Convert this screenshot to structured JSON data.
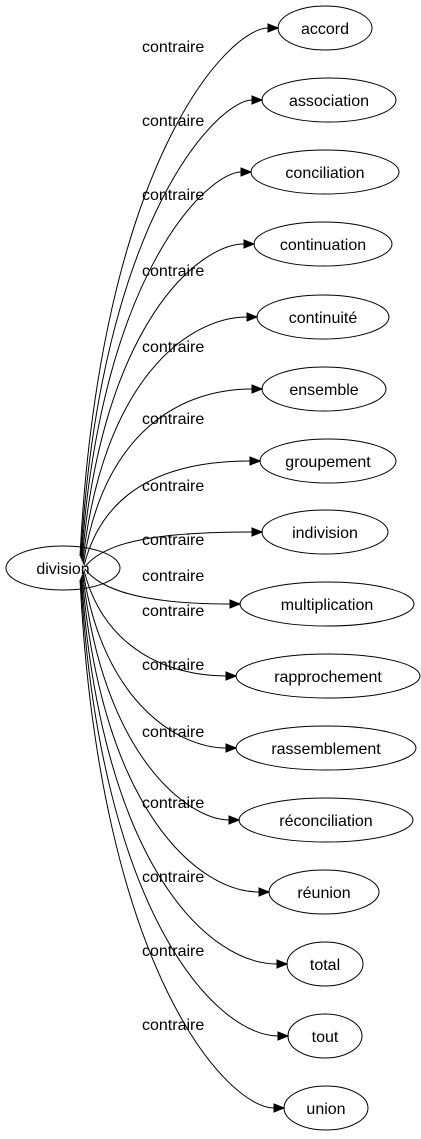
{
  "source": {
    "label": "division"
  },
  "edge_label": "contraire",
  "targets": [
    {
      "label": "accord"
    },
    {
      "label": "association"
    },
    {
      "label": "conciliation"
    },
    {
      "label": "continuation"
    },
    {
      "label": "continuité"
    },
    {
      "label": "ensemble"
    },
    {
      "label": "groupement"
    },
    {
      "label": "indivision"
    },
    {
      "label": "multiplication"
    },
    {
      "label": "rapprochement"
    },
    {
      "label": "rassemblement"
    },
    {
      "label": "réconciliation"
    },
    {
      "label": "réunion"
    },
    {
      "label": "total"
    },
    {
      "label": "tout"
    },
    {
      "label": "union"
    }
  ]
}
